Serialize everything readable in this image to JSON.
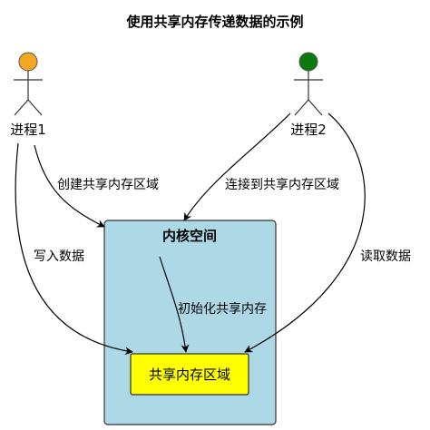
{
  "title": "使用共享内存传递数据的示例",
  "actors": [
    {
      "label": "进程1",
      "color": "#f5a623"
    },
    {
      "label": "进程2",
      "color": "#0a7a0a"
    }
  ],
  "kernel": {
    "label": "内核空间",
    "fill": "#add8e6"
  },
  "shared_memory": {
    "label": "共享内存区域",
    "fill": "#ffff00"
  },
  "edges": [
    {
      "label": "创建共享内存区域"
    },
    {
      "label": "连接到共享内存区域"
    },
    {
      "label": "写入数据"
    },
    {
      "label": "读取数据"
    },
    {
      "label": "初始化共享内存"
    }
  ]
}
